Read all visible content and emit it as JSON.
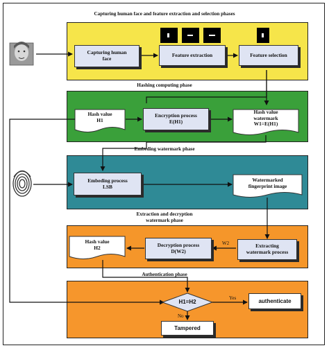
{
  "colors": {
    "yellow": "#f6e54a",
    "green": "#3aa03a",
    "teal": "#2f8a96",
    "orange1": "#f5962a",
    "orange2": "#f6962c",
    "box_fill": "#dfe4f3"
  },
  "phases": {
    "capture": "Capturing human face and feature extraction and selection phases",
    "hashing": "Hashing computing phase",
    "embedding": "Embeding watermark phase",
    "extraction": "Extraction and decryption\nwatermark phase",
    "authentication": "Authentication phase"
  },
  "nodes": {
    "capture_face": "Capturing human\nface",
    "feature_extraction": "Feature extraction",
    "feature_selection": "Feature selection",
    "hash_h1": "Hash value\nH1",
    "encryption": "Encryption process\nE(H1)",
    "hash_watermark": "Hash value\nwatermark\nW1=E(H1)",
    "embedding_lsb": "Embeding process\nLSB",
    "watermarked_image": "Watermarked\nfingerprint image",
    "extracting": "Extracting\nwatermark process",
    "decryption": "Decryption process\nD(W2)",
    "hash_h2": "Hash value\nH2",
    "decision": "H1=H2",
    "authenticate": "authenticate",
    "tampered": "Tampered"
  },
  "edge_labels": {
    "w2": "W2",
    "yes": "Yes",
    "no": "No"
  }
}
